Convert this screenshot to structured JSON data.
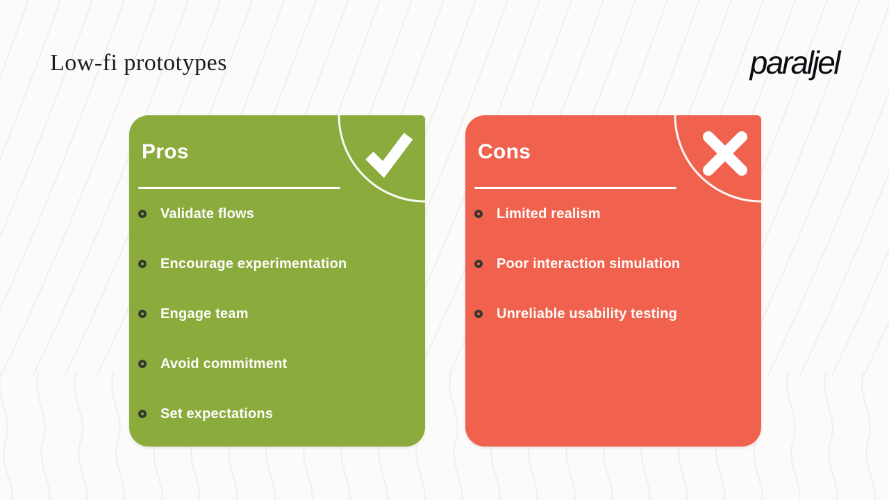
{
  "slide": {
    "title": "Low-fi prototypes",
    "brand": "paraljel"
  },
  "colors": {
    "background": "#fcfbfa",
    "pros_bg": "#8cab3d",
    "cons_bg": "#f0624e",
    "card_text": "#ffffff",
    "bullet_ring": "#35382e",
    "title_text": "#1b1b1b",
    "pattern_line": "#f0eef0"
  },
  "cards": {
    "pros": {
      "title": "Pros",
      "icon": "check-icon",
      "items": [
        "Validate flows",
        "Encourage experimentation",
        "Engage team",
        "Avoid commitment",
        "Set expectations"
      ]
    },
    "cons": {
      "title": "Cons",
      "icon": "x-icon",
      "items": [
        "Limited realism",
        "Poor interaction simulation",
        "Unreliable usability testing"
      ]
    }
  }
}
